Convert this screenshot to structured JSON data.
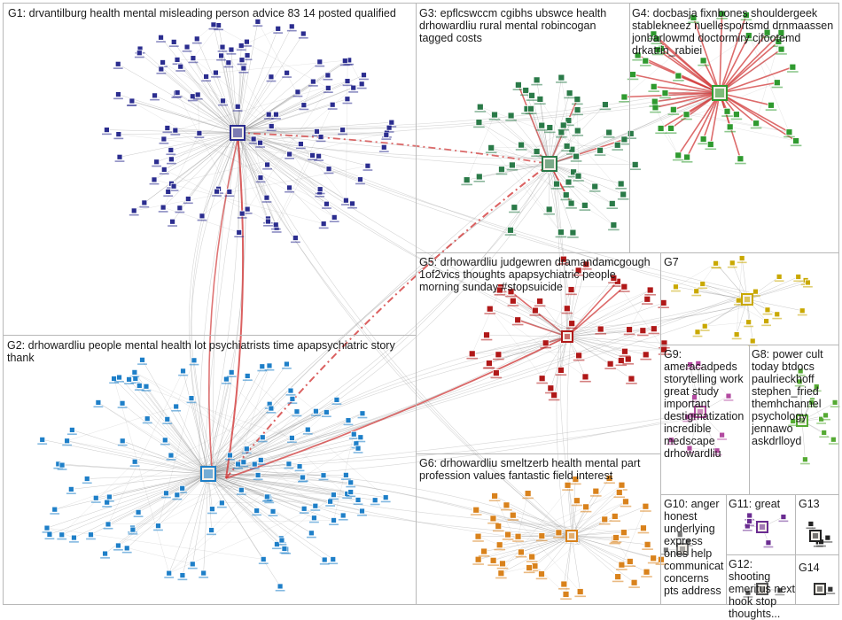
{
  "groups": [
    {
      "id": "G1",
      "label": "G1: drvantilburg health mental misleading person advice 83 14 posted qualified",
      "color": "#2b2d8f"
    },
    {
      "id": "G3",
      "label": "G3: epflcswccm cgibhs ubswce health drhowardliu rural mental robincogan tagged costs",
      "color": "#2a7a48"
    },
    {
      "id": "G4",
      "label": "G4: docbasja fixnbones shouldergeek stablekneez nuellesportsmd drnmaassen jonbarlowmd doctormiry cjfootemd drkatrin_rabiei",
      "color": "#2f9a2f"
    },
    {
      "id": "G5",
      "label": "G5: drhowardliu judgewren dramandamcgough 1of2vics thoughts apapsychiatric people morning sunday #stopsuicide",
      "color": "#b01818"
    },
    {
      "id": "G7",
      "label": "G7",
      "color": "#c9a800"
    },
    {
      "id": "G2",
      "label": "G2: drhowardliu people mental health lot psychiatrists time apapsychiatric story thank",
      "color": "#1e7fc8"
    },
    {
      "id": "G9",
      "label": "G9: ameracadpeds storytelling work great study important destigmatization incredible medscape drhowardliu",
      "color": "#b24aa0"
    },
    {
      "id": "G8",
      "label": "G8: power cult today btdocs paulrieckhoff stephen_fried themhchannel psychology jennawo askdrlloyd",
      "color": "#55aa33"
    },
    {
      "id": "G6",
      "label": "G6: drhowardliu smeltzerb health mental part profession values fantastic field interest",
      "color": "#d9821c"
    },
    {
      "id": "G10",
      "label": "G10: anger honest underlying express ones help communicat concerns pts address",
      "color": "#777777"
    },
    {
      "id": "G11",
      "label": "G11: great",
      "color": "#6a2c91"
    },
    {
      "id": "G13",
      "label": "G13",
      "color": "#222222"
    },
    {
      "id": "G12",
      "label": "G12: shooting emeritus next hook stop thoughts...",
      "color": "#555555"
    },
    {
      "id": "G14",
      "label": "G14",
      "color": "#333333"
    }
  ],
  "colors": {
    "edge": "#8a8a8a",
    "edge_strong": "#d23a3a",
    "border": "#b8b8b8"
  }
}
